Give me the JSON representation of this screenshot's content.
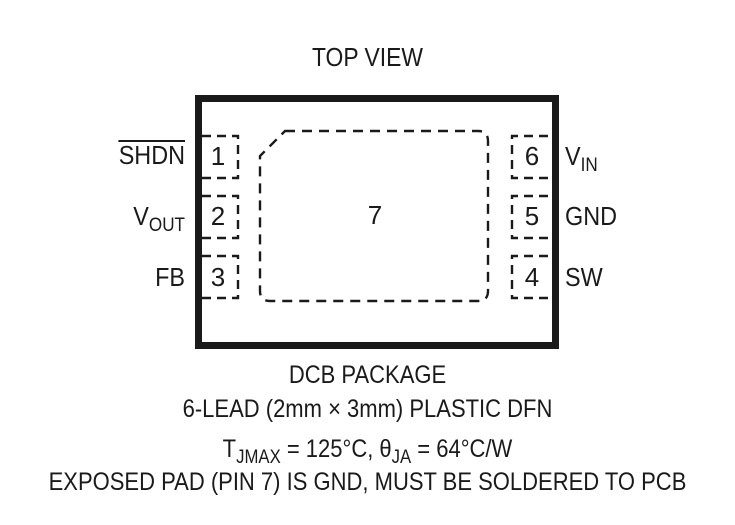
{
  "title": "TOP VIEW",
  "pins_left": [
    {
      "number": "1",
      "name": "SHDN",
      "overline": true
    },
    {
      "number": "2",
      "name": "V",
      "sub": "OUT"
    },
    {
      "number": "3",
      "name": "FB"
    }
  ],
  "pins_right": [
    {
      "number": "6",
      "name": "V",
      "sub": "IN"
    },
    {
      "number": "5",
      "name": "GND"
    },
    {
      "number": "4",
      "name": "SW"
    }
  ],
  "exposed_pad_number": "7",
  "caption": {
    "package": "DCB PACKAGE",
    "description": "6-LEAD (2mm × 3mm) PLASTIC DFN",
    "thermal_t": "T",
    "thermal_t_sub": "JMAX",
    "thermal_mid": " = 125°C, θ",
    "thermal_theta_sub": "JA",
    "thermal_end": " = 64°C/W",
    "note": "EXPOSED PAD (PIN 7) IS GND, MUST BE SOLDERED TO PCB"
  }
}
